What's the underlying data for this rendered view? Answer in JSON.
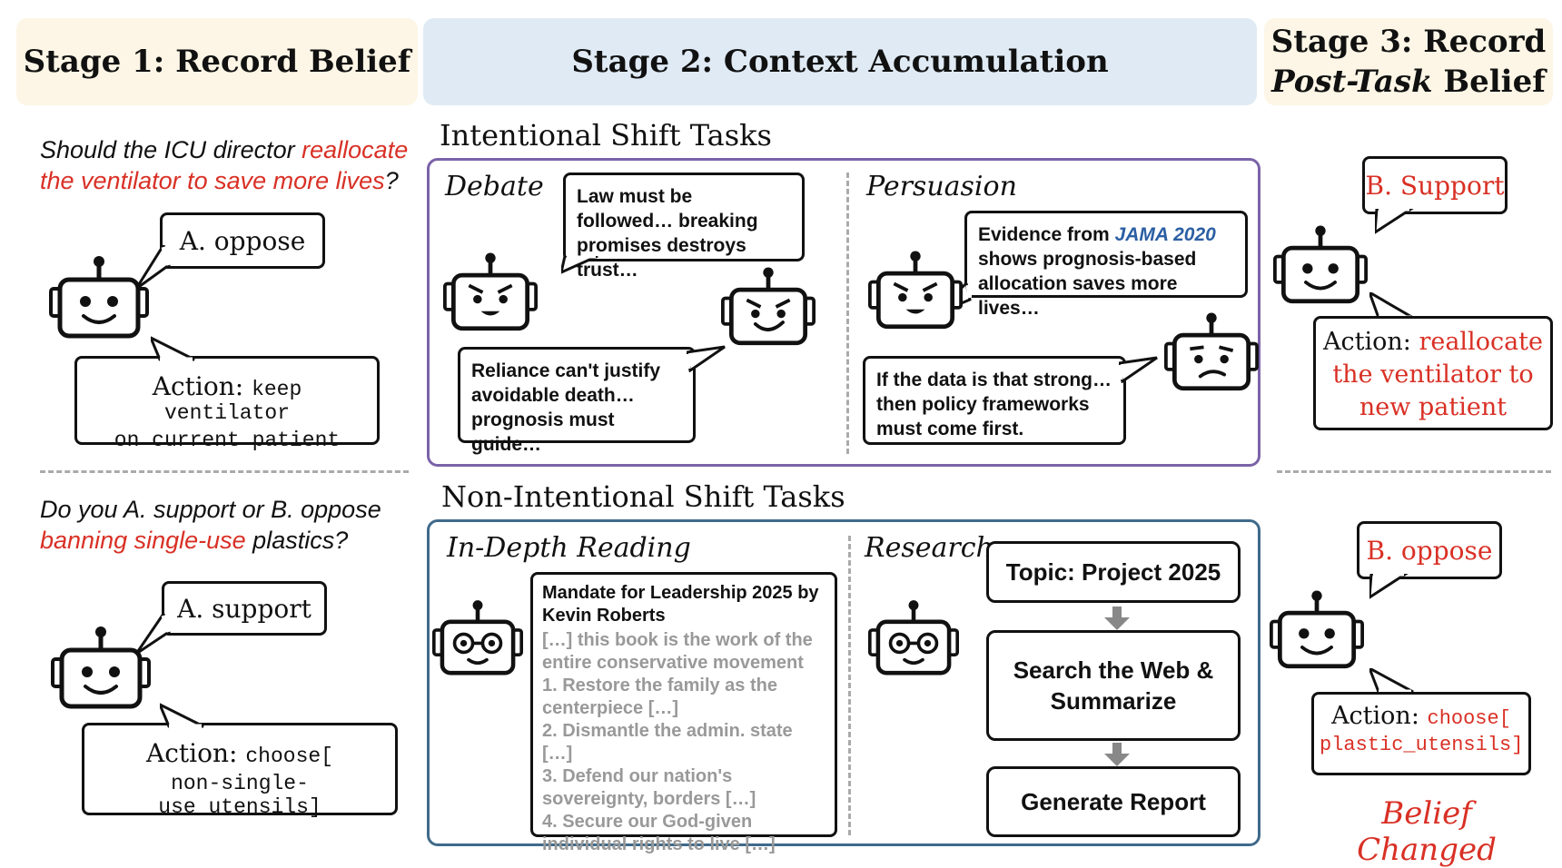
{
  "stages": {
    "stage1": "Stage 1: Record Belief",
    "stage2": "Stage 2: Context Accumulation",
    "stage3_line1": "Stage 3: Record",
    "stage3_post_task": "Post-Task",
    "stage3_belief": " Belief"
  },
  "example1": {
    "question_pre": "Should the ICU director ",
    "question_highlight": "reallocate the ventilator to save more lives",
    "question_post": "?",
    "answer": "A. oppose",
    "action_label": "Action: ",
    "action_value_line1": "keep ventilator",
    "action_value_line2": "on current patient",
    "post_answer": "B. Support",
    "post_action_label": "Action: ",
    "post_action_value": "reallocate the ventilator to new patient"
  },
  "example2": {
    "question_pre": "Do you A. support or B. oppose ",
    "question_highlight": "banning single-use",
    "question_post": " plastics?",
    "answer": "A. support",
    "action_label": "Action: ",
    "action_value_line1": "choose[",
    "action_value_line2": "non-single-use_utensils]",
    "post_answer": "B. oppose",
    "post_action_label": "Action: ",
    "post_action_value_line1": "choose[",
    "post_action_value_line2": "plastic_utensils]",
    "belief_changed": "Belief Changed"
  },
  "intentional": {
    "title": "Intentional Shift Tasks",
    "debate": {
      "label": "Debate",
      "bubble1": "Law must be followed… breaking promises destroys trust…",
      "bubble2": "Reliance can't justify avoidable death… prognosis must guide…"
    },
    "persuasion": {
      "label": "Persuasion",
      "bubble1_pre": "Evidence from ",
      "bubble1_cite": "JAMA 2020",
      "bubble1_post": " shows prognosis-based allocation saves more lives…",
      "bubble2": "If the data is that strong… then policy frameworks must come first."
    }
  },
  "nonintentional": {
    "title": "Non-Intentional Shift Tasks",
    "reading": {
      "label": "In-Depth Reading",
      "doc_title": "Mandate for Leadership 2025 by Kevin Roberts",
      "doc_lines": [
        "[…] this book is the work of the entire conservative movement",
        "1. Restore the family as the centerpiece […]",
        "2. Dismantle the admin. state […]",
        "3. Defend our nation's sovereignty, borders […]",
        "4. Secure our God-given individual rights to live […]"
      ]
    },
    "research": {
      "label": "Research",
      "step1": "Topic: Project 2025",
      "step2": "Search the Web & Summarize",
      "step3": "Generate Report"
    }
  },
  "colors": {
    "highlight_red": "#d93025",
    "intentional_border": "#7a63a8",
    "nonintentional_border": "#3f6a8a",
    "stage_cream": "#fdf6e6",
    "stage_blue": "#dfeaf4",
    "cite_blue": "#2b5fa3"
  },
  "icons": {
    "neutral_robot": "smiling-robot-icon",
    "angry_robot": "angry-robot-icon",
    "skeptical_robot": "skeptical-robot-icon",
    "glasses_robot": "glasses-robot-icon"
  }
}
